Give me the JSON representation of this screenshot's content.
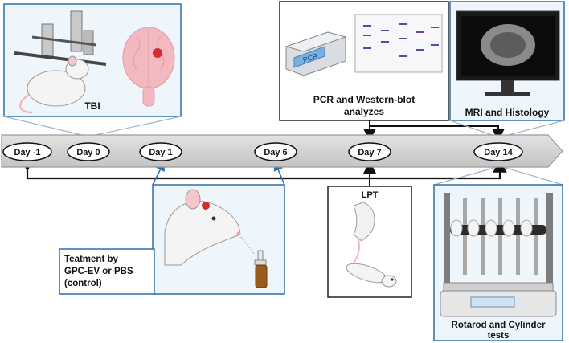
{
  "timeline": {
    "days": [
      "Day -1",
      "Day 0",
      "Day 1",
      "Day 6",
      "Day 7",
      "Day 14"
    ]
  },
  "panels": {
    "tbi": "TBI",
    "pcr_line1": "PCR and Western-blot",
    "pcr_line2": "analyzes",
    "pcr_device_text": "PCR",
    "mri": "MRI and Histology",
    "lpt": "LPT",
    "treatment_line1": "Teatment by",
    "treatment_line2": "GPC-EV or PBS",
    "treatment_line3": "(control)",
    "rotarod_line1": "Rotarod and Cylinder",
    "rotarod_line2": "tests"
  },
  "colors": {
    "panel_border": "#2d6ea8",
    "panel_bg": "#eef5fb",
    "timeline_fill": "#d3d3d3",
    "brain_pink": "#f2b9c1",
    "lesion_red": "#d62b2b"
  }
}
